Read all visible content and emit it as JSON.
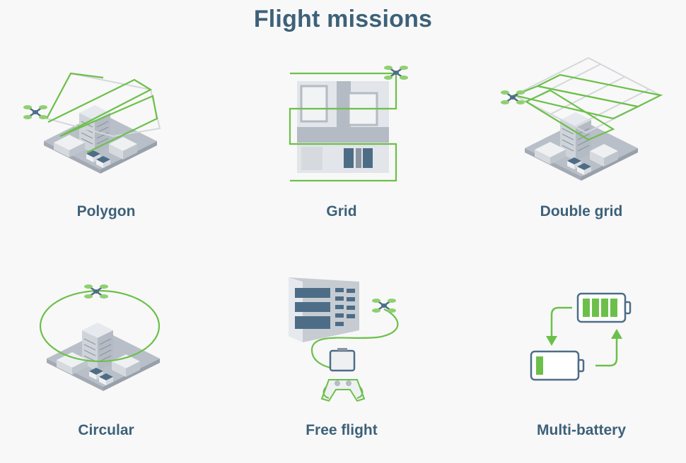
{
  "page": {
    "title": "Flight missions"
  },
  "colors": {
    "accent_green": "#6cc04a",
    "text_blue": "#3d6179",
    "building_gray": "#c7ccd3",
    "ground_gray": "#b9bfc8",
    "dark_window": "#4d6d87"
  },
  "missions": [
    {
      "label": "Polygon",
      "icon": "polygon-mission-icon"
    },
    {
      "label": "Grid",
      "icon": "grid-mission-icon"
    },
    {
      "label": "Double grid",
      "icon": "double-grid-mission-icon"
    },
    {
      "label": "Circular",
      "icon": "circular-mission-icon"
    },
    {
      "label": "Free flight",
      "icon": "free-flight-mission-icon"
    },
    {
      "label": "Multi-battery",
      "icon": "multi-battery-mission-icon"
    }
  ]
}
